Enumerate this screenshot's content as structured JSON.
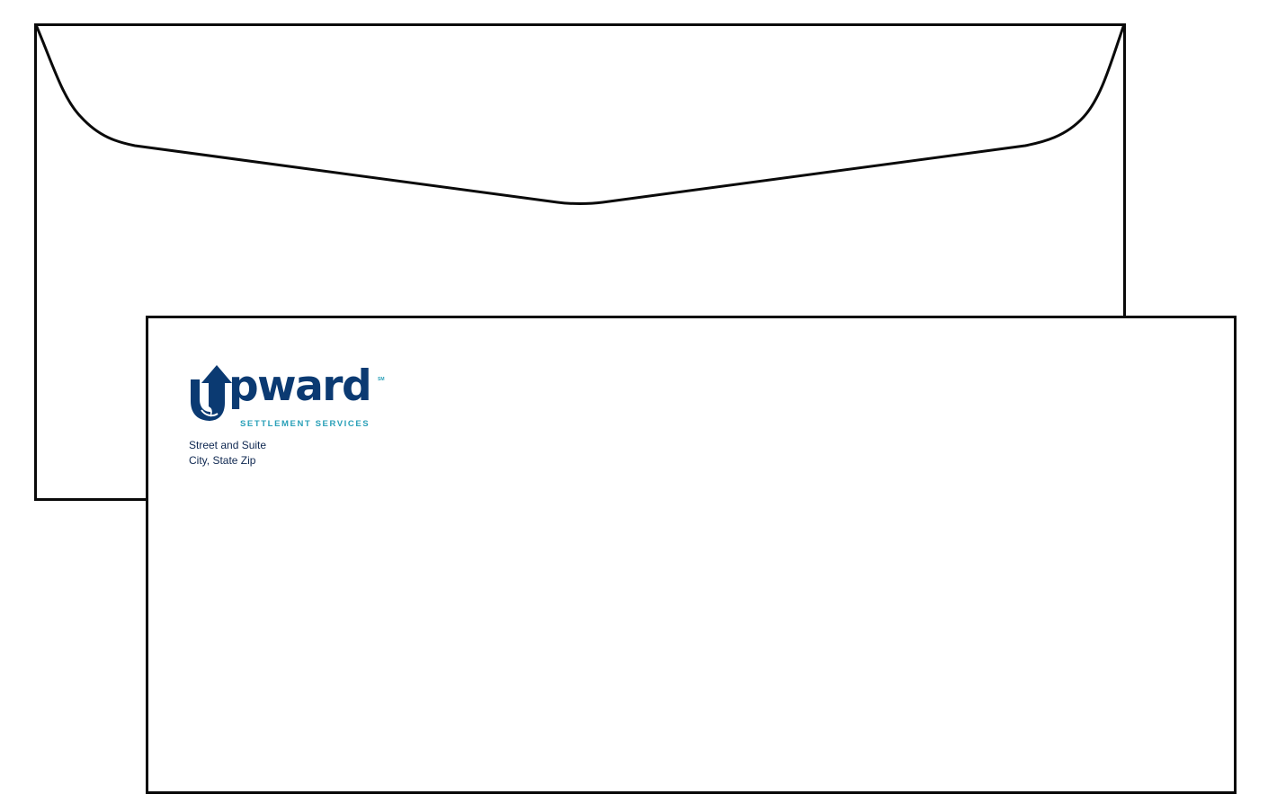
{
  "document": {
    "type": "envelope-mockup",
    "views": [
      "back-with-flap",
      "front-face"
    ]
  },
  "logo": {
    "wordmark": "pward",
    "initial_mark": "arrow-u-icon",
    "trademark": "SM",
    "tagline": "SETTLEMENT SERVICES"
  },
  "return_address": {
    "line1": "Street and Suite",
    "line2": "City, State Zip"
  },
  "colors": {
    "brand_navy": "#0b3a72",
    "brand_teal": "#2aa0b8",
    "outline": "#0a0a0a",
    "address_text": "#0e2750",
    "background": "#ffffff"
  }
}
